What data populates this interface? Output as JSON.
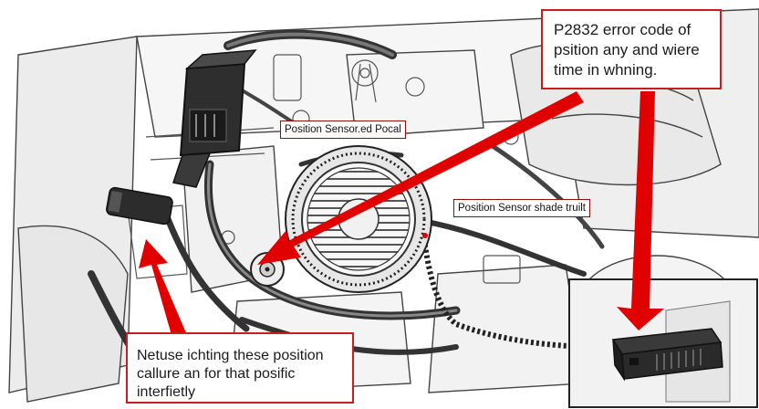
{
  "callouts": {
    "main": {
      "lines": [
        "P2832 error code of",
        "psition any and wiere",
        "time in whning."
      ]
    },
    "bottom": {
      "lines": [
        "Netuse ichting these position",
        "callure an for that posific",
        "interfietly"
      ]
    }
  },
  "labels": {
    "sensor_pedal": "Position Sensor.ed Pocal",
    "sensor_shade": "Position Sensor shade truilt"
  },
  "colors": {
    "callout_red": "#c81e1e",
    "arrow_red": "#e00000",
    "line_art": "#2a2a2a",
    "hose_dark": "#3b3b3b",
    "panel_fill": "#f2f2f2"
  },
  "icons": [
    "connector-plug-icon",
    "sensor-ring-icon",
    "control-module-icon"
  ]
}
